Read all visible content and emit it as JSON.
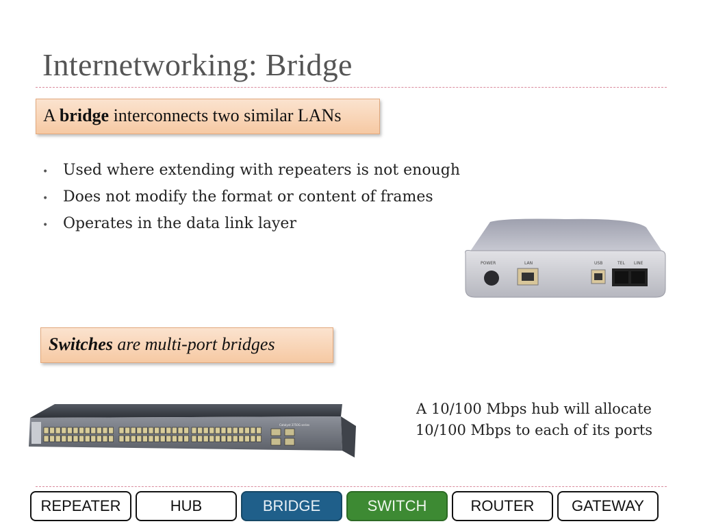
{
  "slide": {
    "title": "Internetworking: Bridge",
    "callout_bridge": {
      "prefix": "A ",
      "bold": "bridge",
      "suffix": " interconnects two similar LANs"
    },
    "bullets": [
      "Used where extending with repeaters is not enough",
      "Does not modify the format or content of frames",
      "Operates in the data link layer"
    ],
    "callout_switch": {
      "bold": "Switches",
      "suffix": " are multi-port bridges"
    },
    "caption_lines": [
      "A 10/100 Mbps hub will allocate",
      "10/100 Mbps to each of its ports"
    ],
    "modem_labels": {
      "power": "POWER",
      "lan": "LAN",
      "usb": "USB",
      "tel": "TEL",
      "line": "LINE"
    },
    "switch_label": "Catalyst 3750G series"
  },
  "nav": [
    {
      "label": "REPEATER"
    },
    {
      "label": "HUB"
    },
    {
      "label": "BRIDGE"
    },
    {
      "label": "SWITCH"
    },
    {
      "label": "ROUTER"
    },
    {
      "label": "GATEWAY"
    }
  ],
  "colors": {
    "bridge_tab": "#1f5f8a",
    "switch_tab": "#3d8a33",
    "callout": "#f6c9a3",
    "divider": "#d98a9c"
  },
  "bullet_glyph": "•"
}
